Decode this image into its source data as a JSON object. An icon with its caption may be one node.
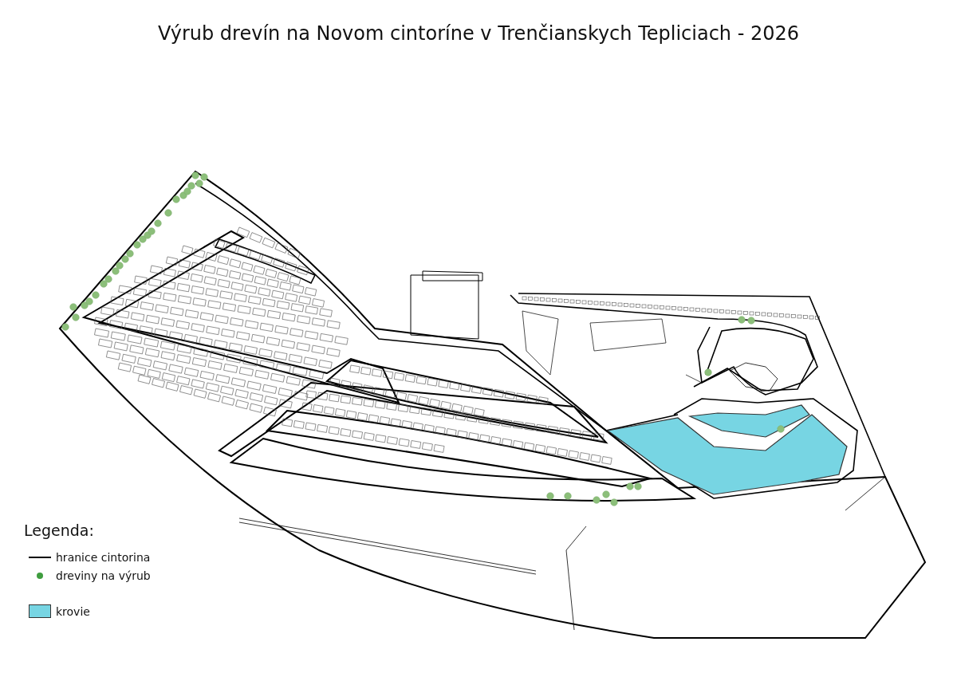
{
  "diagram": {
    "title": "Výrub drevín na Novom cintoríne v Trenčianskych Tepliciach - 2026",
    "labels": [
      "Legenda:"
    ],
    "legend": [
      {
        "text": "hranice cintorina"
      },
      {
        "text": "dreviny na výrub"
      },
      {
        "text": "krovie",
        "color": "#77d5e3"
      }
    ]
  }
}
